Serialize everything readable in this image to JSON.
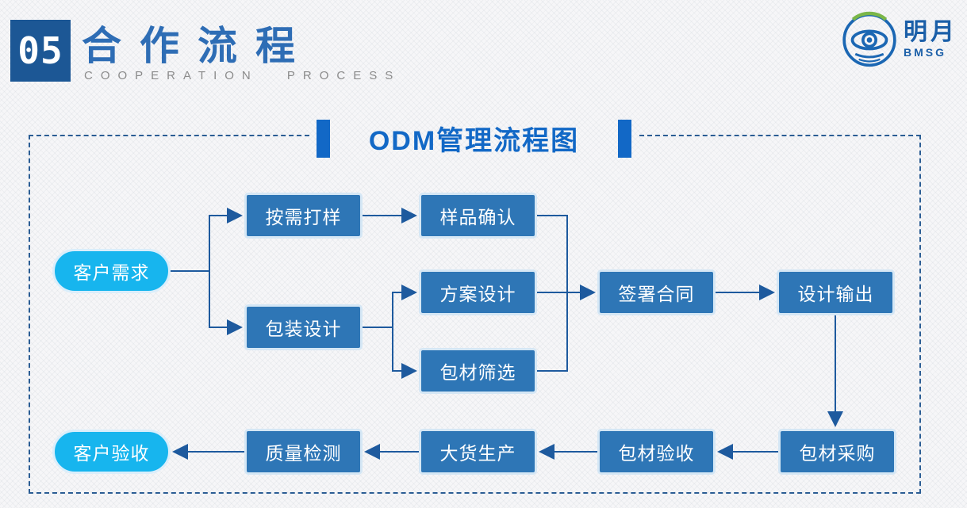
{
  "header": {
    "number": "05",
    "title": "合作流程",
    "subtitle": "COOPERATION PROCESS"
  },
  "logo": {
    "company": "明月",
    "abbr": "BMSG"
  },
  "diagram": {
    "title": "ODM管理流程图",
    "nodes": [
      {
        "id": "customer-needs",
        "label": "客户需求",
        "shape": "pill"
      },
      {
        "id": "sample-on-demand",
        "label": "按需打样",
        "shape": "rect"
      },
      {
        "id": "sample-confirmation",
        "label": "样品确认",
        "shape": "rect"
      },
      {
        "id": "packaging-design",
        "label": "包装设计",
        "shape": "rect"
      },
      {
        "id": "solution-design",
        "label": "方案设计",
        "shape": "rect"
      },
      {
        "id": "material-screening",
        "label": "包材筛选",
        "shape": "rect"
      },
      {
        "id": "sign-contract",
        "label": "签署合同",
        "shape": "rect"
      },
      {
        "id": "design-output",
        "label": "设计输出",
        "shape": "rect"
      },
      {
        "id": "material-purchasing",
        "label": "包材采购",
        "shape": "rect"
      },
      {
        "id": "material-acceptance",
        "label": "包材验收",
        "shape": "rect"
      },
      {
        "id": "mass-production",
        "label": "大货生产",
        "shape": "rect"
      },
      {
        "id": "quality-inspection",
        "label": "质量检测",
        "shape": "rect"
      },
      {
        "id": "customer-acceptance",
        "label": "客户验收",
        "shape": "pill"
      }
    ],
    "edges": [
      {
        "from": "customer-needs",
        "to": "sample-on-demand"
      },
      {
        "from": "customer-needs",
        "to": "packaging-design"
      },
      {
        "from": "sample-on-demand",
        "to": "sample-confirmation"
      },
      {
        "from": "sample-confirmation",
        "to": "sign-contract"
      },
      {
        "from": "packaging-design",
        "to": "solution-design"
      },
      {
        "from": "packaging-design",
        "to": "material-screening"
      },
      {
        "from": "solution-design",
        "to": "sign-contract"
      },
      {
        "from": "material-screening",
        "to": "sign-contract"
      },
      {
        "from": "sign-contract",
        "to": "design-output"
      },
      {
        "from": "design-output",
        "to": "material-purchasing"
      },
      {
        "from": "material-purchasing",
        "to": "material-acceptance"
      },
      {
        "from": "material-acceptance",
        "to": "mass-production"
      },
      {
        "from": "mass-production",
        "to": "quality-inspection"
      },
      {
        "from": "quality-inspection",
        "to": "customer-acceptance"
      }
    ],
    "colors": {
      "node_fill": "#2e76b6",
      "pill_fill": "#17b5ee",
      "connector": "#1e5a9e",
      "title_accent": "#1268c6",
      "dashed_border": "#2b5d94",
      "header_block": "#1c5795"
    }
  }
}
